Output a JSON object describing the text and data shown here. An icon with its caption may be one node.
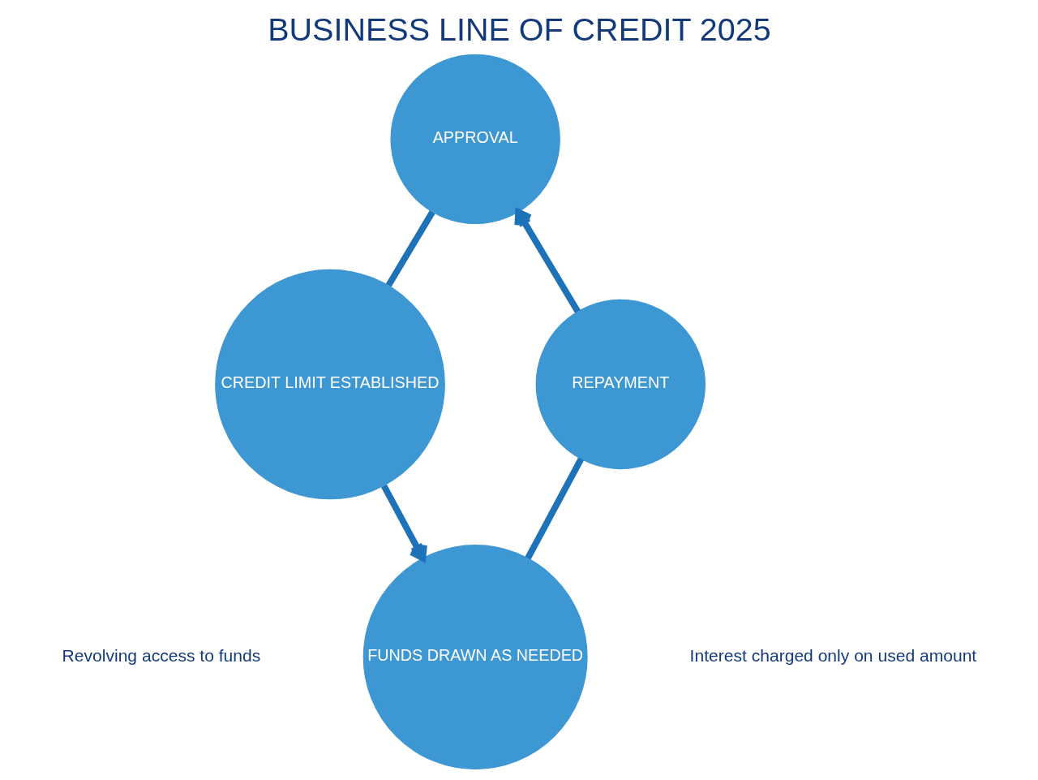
{
  "diagram": {
    "title": "BUSINESS LINE OF CREDIT 2025",
    "nodes": [
      {
        "text": [
          "APPROVAL"
        ]
      },
      {
        "text": [
          "CREDIT LIMIT ESTABLISHED"
        ]
      },
      {
        "text": [
          "FUNDS DRAWN AS NEEDED"
        ]
      },
      {
        "text": [
          "REPAYMENT"
        ]
      }
    ],
    "edges": [
      {
        "from": 0,
        "to": 1,
        "arrow": "none"
      },
      {
        "from": 1,
        "to": 2,
        "arrow": "to"
      },
      {
        "from": 2,
        "to": 3,
        "arrow": "none"
      },
      {
        "from": 3,
        "to": 0,
        "arrow": "to"
      }
    ],
    "labels": [
      "Revolving access to funds",
      "Interest charged only on used amount"
    ]
  }
}
